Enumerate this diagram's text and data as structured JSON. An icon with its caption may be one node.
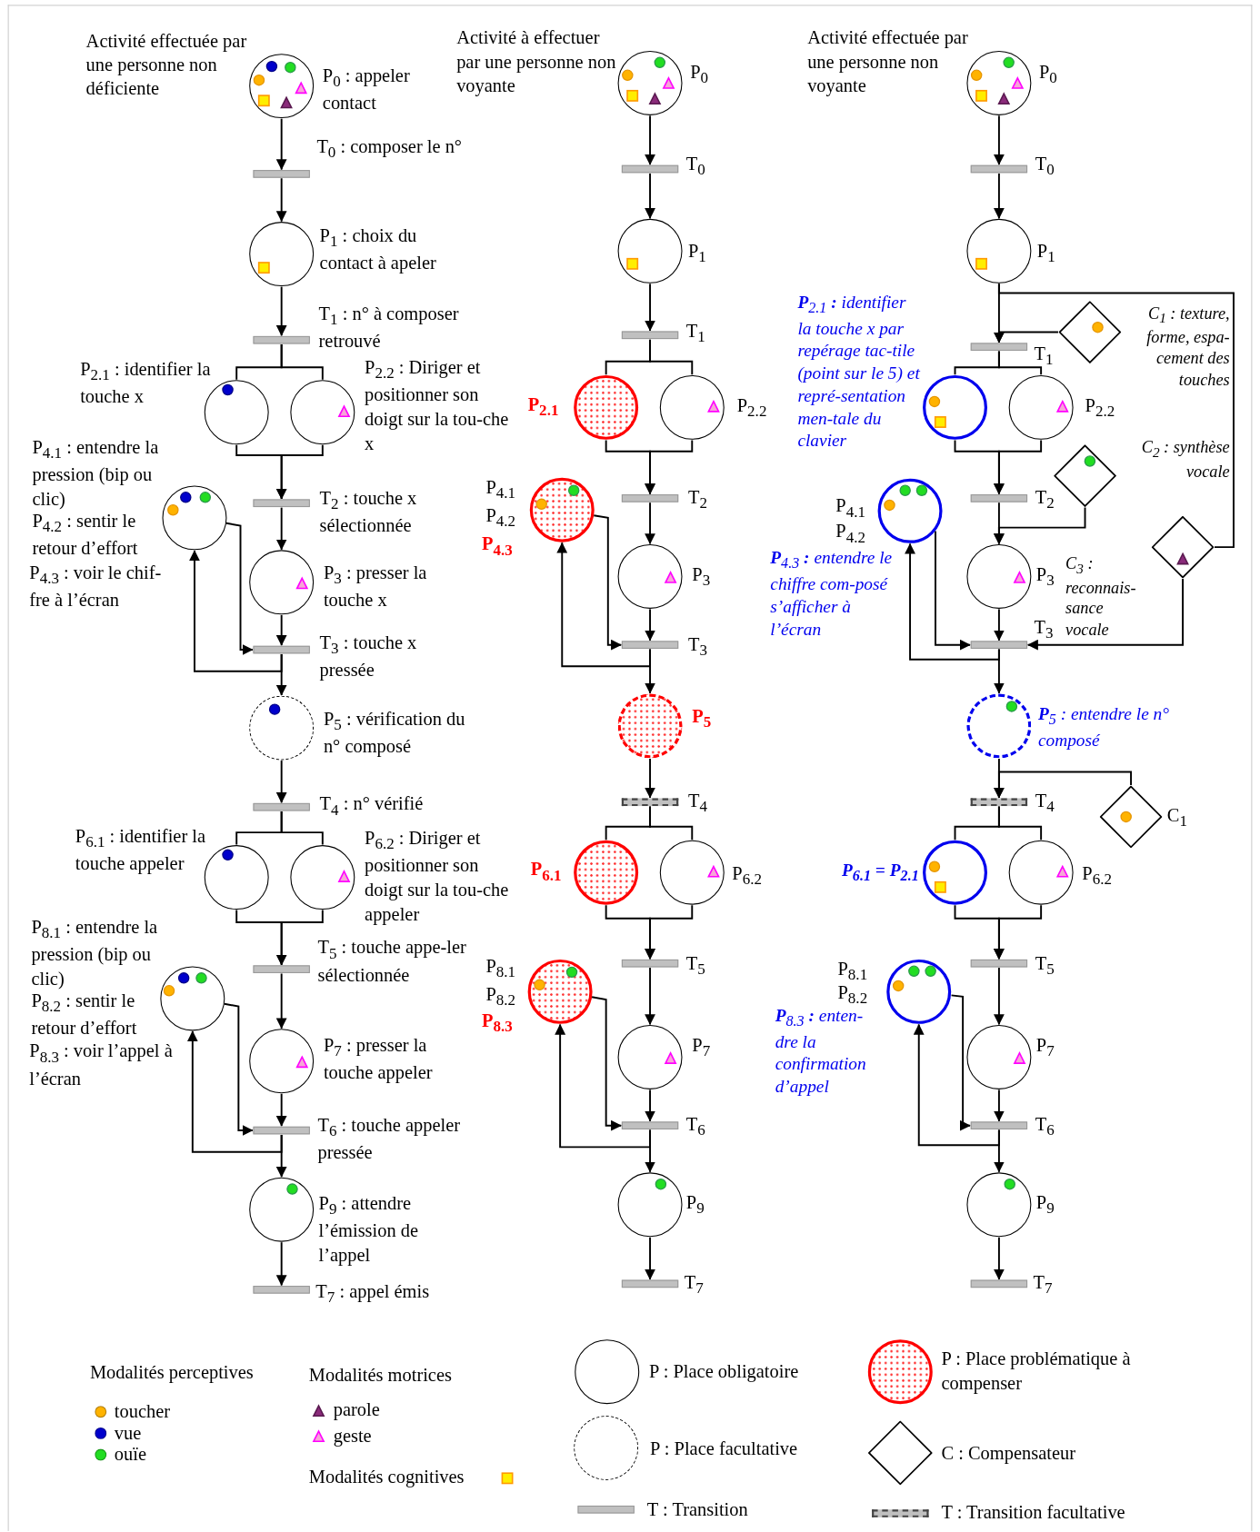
{
  "diagram": {
    "nodes": [
      {
        "text": [],
        "shape": "circle",
        "beside": [
          "P$_{0}$ : appeler contact"
        ]
      },
      {
        "text": [],
        "shape": "bar",
        "beside": [
          "T$_{0}$ : composer le n°"
        ]
      },
      {
        "text": [],
        "shape": "circle",
        "beside": [
          "P$_{1}$ : choix du contact à apeler"
        ]
      },
      {
        "text": [],
        "shape": "bar",
        "beside": [
          "T$_{1}$ : n° à composer retrouvé"
        ]
      },
      {
        "text": [],
        "shape": "circle",
        "beside": [
          "P$_{2.1}$ : identifier la touche x"
        ]
      },
      {
        "text": [],
        "shape": "circle",
        "beside": [
          "P$_{2.2}$ : Diriger et positionner son doigt sur la tou-che x"
        ]
      },
      {
        "text": [],
        "shape": "circle",
        "beside": [
          "P$_{4.1}$ : entendre la pression (bip ou clic)",
          "P$_{4.2}$ : sentir le retour d’effort",
          "P$_{4.3}$ : voir le chif-fre à l’écran"
        ]
      },
      {
        "text": [],
        "shape": "bar",
        "beside": [
          "T$_{2}$ : touche x sélectionnée"
        ]
      },
      {
        "text": [],
        "shape": "circle",
        "beside": [
          "P$_{3}$ : presser la touche x"
        ]
      },
      {
        "text": [],
        "shape": "bar",
        "beside": [
          "T$_{3}$ : touche x pressée"
        ]
      },
      {
        "text": [],
        "shape": "circle",
        "beside": [
          "P$_{5}$ : vérification du n° composé"
        ]
      },
      {
        "text": [],
        "shape": "bar",
        "beside": [
          "T$_{4}$ : n° vérifié"
        ]
      },
      {
        "text": [],
        "shape": "circle",
        "beside": [
          "P$_{6.1}$ : identifier la touche appeler"
        ]
      },
      {
        "text": [],
        "shape": "circle",
        "beside": [
          "P$_{6.2}$ : Diriger et positionner son doigt sur la tou-che appeler"
        ]
      },
      {
        "text": [],
        "shape": "circle",
        "beside": [
          "P$_{8.1}$ : entendre la pression (bip ou clic)",
          "P$_{8.2}$ : sentir le retour d’effort",
          "P$_{8.3}$ : voir l’appel à l’écran"
        ]
      },
      {
        "text": [],
        "shape": "bar",
        "beside": [
          "T$_{5}$ : touche appe-ler sélectionnée"
        ]
      },
      {
        "text": [],
        "shape": "circle",
        "beside": [
          "P$_{7}$ : presser la touche appeler"
        ]
      },
      {
        "text": [],
        "shape": "bar",
        "beside": [
          "T$_{6}$ : touche appeler pressée"
        ]
      },
      {
        "text": [],
        "shape": "circle",
        "beside": [
          "P$_{9}$ : attendre l’émission de l’appel"
        ]
      },
      {
        "text": [],
        "shape": "bar",
        "beside": [
          "T$_{7}$ : appel émis"
        ]
      },
      {
        "text": [],
        "shape": "circle",
        "beside": [
          "P$_{0}$"
        ]
      },
      {
        "text": [],
        "shape": "bar",
        "beside": [
          "T$_{0}$"
        ]
      },
      {
        "text": [],
        "shape": "circle",
        "beside": [
          "P$_{1}$"
        ]
      },
      {
        "text": [],
        "shape": "bar",
        "beside": [
          "T$_{1}$"
        ]
      },
      {
        "text": [],
        "shape": "circle",
        "beside": [
          "P$_{2.1}$"
        ]
      },
      {
        "text": [],
        "shape": "circle",
        "beside": [
          "P$_{2.2}$"
        ]
      },
      {
        "text": [],
        "shape": "circle",
        "beside": [
          "P$_{4.1}$",
          "P$_{4.2}$",
          "P$_{4.3}$"
        ]
      },
      {
        "text": [],
        "shape": "bar",
        "beside": [
          "T$_{2}$"
        ]
      },
      {
        "text": [],
        "shape": "circle",
        "beside": [
          "P$_{3}$"
        ]
      },
      {
        "text": [],
        "shape": "bar",
        "beside": [
          "T$_{3}$"
        ]
      },
      {
        "text": [],
        "shape": "circle",
        "beside": [
          "P$_{5}$"
        ]
      },
      {
        "text": [],
        "shape": "bar",
        "beside": [
          "T$_{4}$"
        ]
      },
      {
        "text": [],
        "shape": "circle",
        "beside": [
          "P$_{6.1}$"
        ]
      },
      {
        "text": [],
        "shape": "circle",
        "beside": [
          "P$_{6.2}$"
        ]
      },
      {
        "text": [],
        "shape": "circle",
        "beside": [
          "P$_{8.1}$",
          "P$_{8.2}$",
          "P$_{8.3}$"
        ]
      },
      {
        "text": [],
        "shape": "bar",
        "beside": [
          "T$_{5}$"
        ]
      },
      {
        "text": [],
        "shape": "circle",
        "beside": [
          "P$_{7}$"
        ]
      },
      {
        "text": [],
        "shape": "bar",
        "beside": [
          "T$_{6}$"
        ]
      },
      {
        "text": [],
        "shape": "circle",
        "beside": [
          "P$_{9}$"
        ]
      },
      {
        "text": [],
        "shape": "bar",
        "beside": [
          "T$_{7}$"
        ]
      },
      {
        "text": [],
        "shape": "circle",
        "beside": [
          "P$_{0}$"
        ]
      },
      {
        "text": [],
        "shape": "bar",
        "beside": [
          "T$_{0}$"
        ]
      },
      {
        "text": [],
        "shape": "circle",
        "beside": [
          "P$_{1}$"
        ]
      },
      {
        "text": [],
        "shape": "bar",
        "beside": [
          "T$_{1}$"
        ]
      },
      {
        "text": [],
        "shape": "circle",
        "beside": [
          "**P**$_{2.1}$ **:** identifier la touche x par repérage tac-tile (point sur le 5) et repré-sentation men-tale du clavier"
        ]
      },
      {
        "text": [],
        "shape": "circle",
        "beside": [
          "P$_{2.2}$"
        ]
      },
      {
        "text": [],
        "shape": "diamond",
        "beside": [
          "C$_{1}$ : texture, forme, espa-cement des touches"
        ]
      },
      {
        "text": [],
        "shape": "circle",
        "beside": [
          "P$_{4.1}$",
          "P$_{4.2}$",
          "**P**$_{4.3}$ **:** entendre le chiffre com-posé s’afficher à l’écran"
        ]
      },
      {
        "text": [],
        "shape": "bar",
        "beside": [
          "T$_{2}$"
        ]
      },
      {
        "text": [],
        "shape": "diamond",
        "beside": [
          "C$_{2}$ : synthèse vocale"
        ]
      },
      {
        "text": [],
        "shape": "circle",
        "beside": [
          "P$_{3}$"
        ]
      },
      {
        "text": [],
        "shape": "diamond",
        "beside": [
          "C$_{3}$ : reconnais-sance vocale"
        ]
      },
      {
        "text": [],
        "shape": "bar",
        "beside": [
          "T$_{3}$"
        ]
      },
      {
        "text": [],
        "shape": "circle",
        "beside": [
          "**P**$_{5}$ : entendre le n° composé"
        ]
      },
      {
        "text": [],
        "shape": "bar",
        "beside": [
          "T$_{4}$"
        ]
      },
      {
        "text": [],
        "shape": "diamond",
        "beside": [
          "C$_{1}$"
        ]
      },
      {
        "text": [],
        "shape": "circle",
        "beside": [
          "P$_{6.1}$ = P$_{2.1}$"
        ]
      },
      {
        "text": [],
        "shape": "circle",
        "beside": [
          "P$_{6.2}$"
        ]
      },
      {
        "text": [],
        "shape": "circle",
        "beside": [
          "P$_{8.1}$",
          "P$_{8.2}$",
          "**P**$_{8.3}$ **:** enten-dre la confirmation d’appel"
        ]
      },
      {
        "text": [],
        "shape": "bar",
        "beside": [
          "T$_{5}$"
        ]
      },
      {
        "text": [],
        "shape": "circle",
        "beside": [
          "P$_{7}$"
        ]
      },
      {
        "text": [],
        "shape": "bar",
        "beside": [
          "T$_{6}$"
        ]
      },
      {
        "text": [],
        "shape": "circle",
        "beside": [
          "P$_{9}$"
        ]
      },
      {
        "text": [],
        "shape": "bar",
        "beside": [
          "T$_{7}$"
        ]
      }
    ],
    "edges": [
      {
        "from": 0,
        "to": 1,
        "arrow": "to"
      },
      {
        "from": 1,
        "to": 2,
        "arrow": "to"
      },
      {
        "from": 2,
        "to": 3,
        "arrow": "to"
      },
      {
        "from": 3,
        "to": 4,
        "arrow": "none"
      },
      {
        "from": 3,
        "to": 5,
        "arrow": "none"
      },
      {
        "from": 4,
        "to": 7,
        "arrow": "to"
      },
      {
        "from": 5,
        "to": 7,
        "arrow": "to"
      },
      {
        "from": 7,
        "to": 8,
        "arrow": "to"
      },
      {
        "from": 8,
        "to": 9,
        "arrow": "to"
      },
      {
        "from": 6,
        "to": 9,
        "arrow": "to"
      },
      {
        "from": 9,
        "to": 6,
        "arrow": "to"
      },
      {
        "from": 9,
        "to": 10,
        "arrow": "to"
      },
      {
        "from": 10,
        "to": 11,
        "arrow": "to"
      },
      {
        "from": 11,
        "to": 12,
        "arrow": "none"
      },
      {
        "from": 11,
        "to": 13,
        "arrow": "none"
      },
      {
        "from": 12,
        "to": 15,
        "arrow": "to"
      },
      {
        "from": 13,
        "to": 15,
        "arrow": "to"
      },
      {
        "from": 15,
        "to": 16,
        "arrow": "to"
      },
      {
        "from": 16,
        "to": 17,
        "arrow": "to"
      },
      {
        "from": 14,
        "to": 17,
        "arrow": "to"
      },
      {
        "from": 17,
        "to": 14,
        "arrow": "to"
      },
      {
        "from": 17,
        "to": 18,
        "arrow": "to"
      },
      {
        "from": 18,
        "to": 19,
        "arrow": "to"
      },
      {
        "from": 20,
        "to": 21,
        "arrow": "to"
      },
      {
        "from": 21,
        "to": 22,
        "arrow": "to"
      },
      {
        "from": 22,
        "to": 23,
        "arrow": "to"
      },
      {
        "from": 23,
        "to": 24,
        "arrow": "none"
      },
      {
        "from": 23,
        "to": 25,
        "arrow": "none"
      },
      {
        "from": 24,
        "to": 27,
        "arrow": "to"
      },
      {
        "from": 25,
        "to": 27,
        "arrow": "to"
      },
      {
        "from": 27,
        "to": 28,
        "arrow": "to"
      },
      {
        "from": 28,
        "to": 29,
        "arrow": "to"
      },
      {
        "from": 26,
        "to": 29,
        "arrow": "to"
      },
      {
        "from": 29,
        "to": 26,
        "arrow": "to"
      },
      {
        "from": 29,
        "to": 30,
        "arrow": "to"
      },
      {
        "from": 30,
        "to": 31,
        "arrow": "to"
      },
      {
        "from": 31,
        "to": 32,
        "arrow": "none"
      },
      {
        "from": 31,
        "to": 33,
        "arrow": "none"
      },
      {
        "from": 32,
        "to": 35,
        "arrow": "to"
      },
      {
        "from": 33,
        "to": 35,
        "arrow": "to"
      },
      {
        "from": 35,
        "to": 36,
        "arrow": "to"
      },
      {
        "from": 36,
        "to": 37,
        "arrow": "to"
      },
      {
        "from": 34,
        "to": 37,
        "arrow": "to"
      },
      {
        "from": 37,
        "to": 34,
        "arrow": "to"
      },
      {
        "from": 37,
        "to": 38,
        "arrow": "to"
      },
      {
        "from": 38,
        "to": 39,
        "arrow": "to"
      },
      {
        "from": 40,
        "to": 41,
        "arrow": "to"
      },
      {
        "from": 41,
        "to": 42,
        "arrow": "to"
      },
      {
        "from": 42,
        "to": 43,
        "arrow": "to"
      },
      {
        "from": 43,
        "to": 44,
        "arrow": "none"
      },
      {
        "from": 43,
        "to": 45,
        "arrow": "none"
      },
      {
        "from": 46,
        "to": 43,
        "arrow": "to"
      },
      {
        "from": 42,
        "to": 51,
        "arrow": "none"
      },
      {
        "from": 44,
        "to": 48,
        "arrow": "to"
      },
      {
        "from": 45,
        "to": 48,
        "arrow": "to"
      },
      {
        "from": 48,
        "to": 50,
        "arrow": "to"
      },
      {
        "from": 49,
        "to": 50,
        "arrow": "to"
      },
      {
        "from": 50,
        "to": 52,
        "arrow": "to"
      },
      {
        "from": 47,
        "to": 52,
        "arrow": "to"
      },
      {
        "from": 52,
        "to": 47,
        "arrow": "to"
      },
      {
        "from": 51,
        "to": 52,
        "arrow": "to"
      },
      {
        "from": 52,
        "to": 53,
        "arrow": "to"
      },
      {
        "from": 53,
        "to": 54,
        "arrow": "to"
      },
      {
        "from": 55,
        "to": 54,
        "arrow": "to"
      },
      {
        "from": 54,
        "to": 56,
        "arrow": "none"
      },
      {
        "from": 54,
        "to": 57,
        "arrow": "none"
      },
      {
        "from": 56,
        "to": 59,
        "arrow": "to"
      },
      {
        "from": 57,
        "to": 59,
        "arrow": "to"
      },
      {
        "from": 59,
        "to": 60,
        "arrow": "to"
      },
      {
        "from": 60,
        "to": 61,
        "arrow": "to"
      },
      {
        "from": 58,
        "to": 61,
        "arrow": "to"
      },
      {
        "from": 61,
        "to": 58,
        "arrow": "to"
      },
      {
        "from": 61,
        "to": 62,
        "arrow": "to"
      },
      {
        "from": 62,
        "to": 63,
        "arrow": "to"
      }
    ],
    "labels": [
      "Activité effectuée par une personne non déficiente",
      "Activité à effectuer par une personne non voyante",
      "Activité effectuée par une personne non voyante",
      "Modalités perceptives",
      "Modalités motrices"
    ],
    "legend": [
      {
        "text": "toucher",
        "color": "#ffb300"
      },
      {
        "text": "vue",
        "color": "#0000cc"
      },
      {
        "text": "ouïe",
        "color": "#22dd22"
      },
      {
        "text": "parole"
      },
      {
        "text": "geste"
      },
      {
        "text": "Modalités cognitives"
      },
      {
        "text": "P : Place obligatoire"
      },
      {
        "text": "P : Place facultative"
      },
      {
        "text": "T : Transition"
      },
      {
        "text": "P : Place problématique à compenser"
      },
      {
        "text": "C : Compensateur"
      },
      {
        "text": "T : Transition facultative"
      }
    ]
  }
}
